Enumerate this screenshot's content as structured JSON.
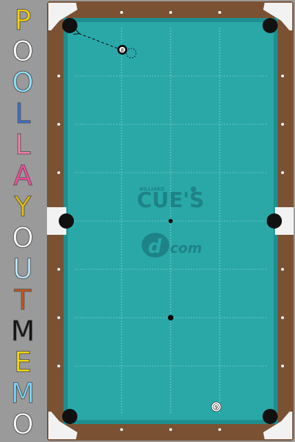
{
  "app": {
    "title_letters": [
      {
        "ch": "P",
        "color": "#ffd400"
      },
      {
        "ch": "O",
        "color": "#ffffff"
      },
      {
        "ch": "O",
        "color": "#8fe3ff"
      },
      {
        "ch": "L",
        "color": "#3a6fd8"
      },
      {
        "ch": "L",
        "color": "#ff7fb0"
      },
      {
        "ch": "A",
        "color": "#ff4a9e"
      },
      {
        "ch": "Y",
        "color": "#e8c200"
      },
      {
        "ch": "O",
        "color": "#ffffff"
      },
      {
        "ch": "U",
        "color": "#bfe8ff"
      },
      {
        "ch": "T",
        "color": "#c8551a"
      },
      {
        "ch": "M",
        "color": "#111111"
      },
      {
        "ch": "E",
        "color": "#ffe000"
      },
      {
        "ch": "M",
        "color": "#7fd8ff"
      },
      {
        "ch": "O",
        "color": "#ffffff"
      }
    ]
  },
  "table": {
    "cloth_color": "#2aa8a8",
    "rail_color": "#7a5233",
    "watermark": {
      "small_text": "BILLIARD",
      "brand_text": "CUE'S",
      "domain_text": "com",
      "domain_mark": "d"
    }
  },
  "balls": [
    {
      "label": "8",
      "name": "ball-8"
    },
    {
      "label": "9",
      "name": "ball-9"
    }
  ]
}
